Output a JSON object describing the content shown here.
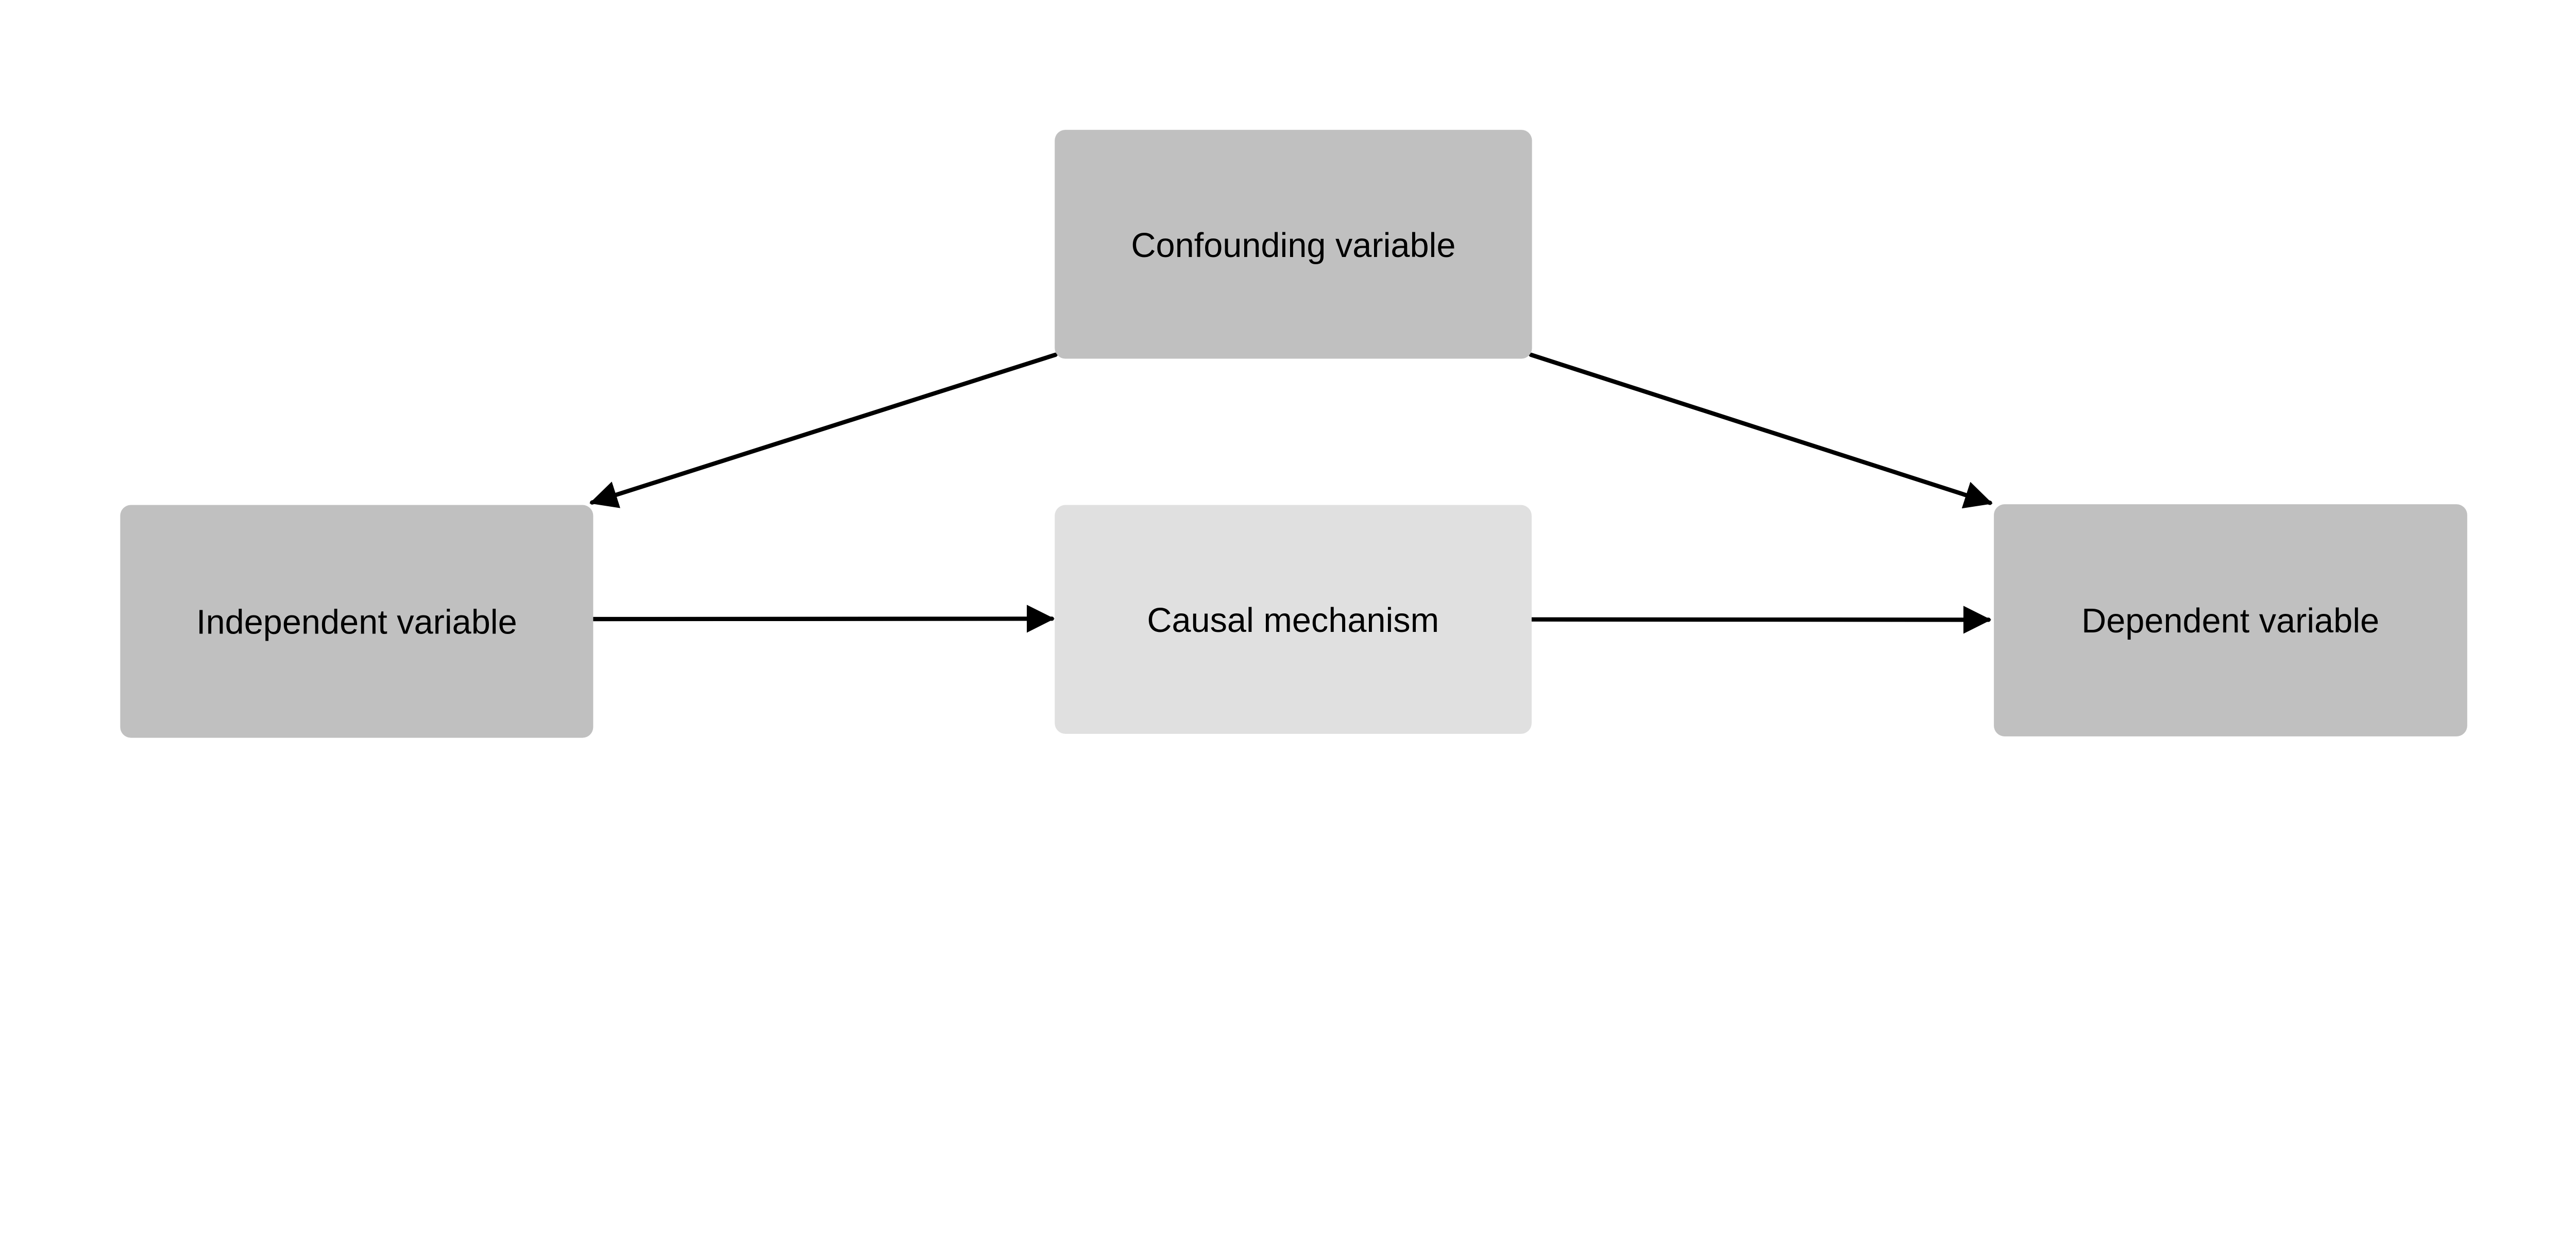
{
  "diagram": {
    "background_color": "#ffffff",
    "node_text_color": "#000000",
    "edge_color": "#000000",
    "nodes": {
      "confounding": {
        "label": "Confounding variable",
        "fill": "#c0c0c0"
      },
      "independent": {
        "label": "Independent variable",
        "fill": "#c0c0c0"
      },
      "causal": {
        "label": "Causal mechanism",
        "fill": "#e0e0e0"
      },
      "dependent": {
        "label": "Dependent variable",
        "fill": "#c0c0c0"
      }
    },
    "edges": [
      {
        "from": "Confounding variable",
        "to": "Independent variable",
        "style": "arrow"
      },
      {
        "from": "Confounding variable",
        "to": "Dependent variable",
        "style": "arrow"
      },
      {
        "from": "Independent variable",
        "to": "Causal mechanism",
        "style": "arrow"
      },
      {
        "from": "Causal mechanism",
        "to": "Dependent variable",
        "style": "arrow"
      }
    ]
  }
}
